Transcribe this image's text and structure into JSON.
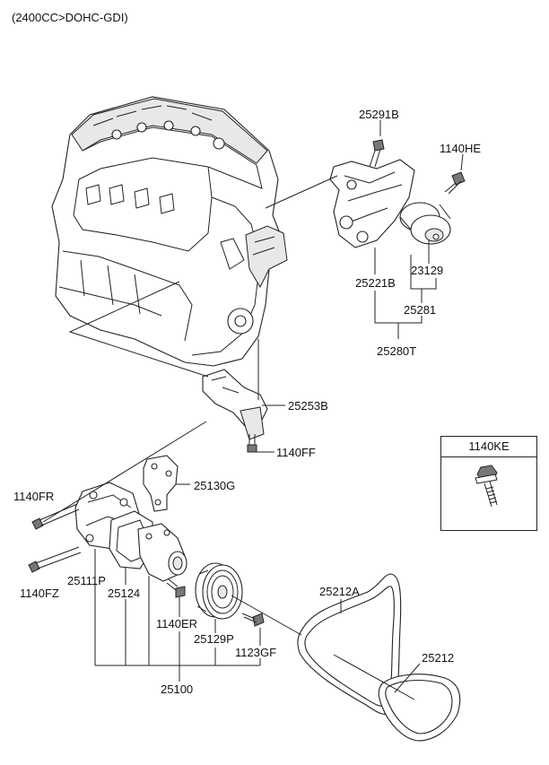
{
  "header": {
    "engine_spec": "(2400CC>DOHC-GDI)"
  },
  "labels": {
    "p25291B": "25291B",
    "p1140HE": "1140HE",
    "p25221B": "25221B",
    "p23129": "23129",
    "p25281": "25281",
    "p25280T": "25280T",
    "p25253B": "25253B",
    "p1140FF": "1140FF",
    "p25130G": "25130G",
    "p1140FR": "1140FR",
    "p1140FZ": "1140FZ",
    "p25111P": "25111P",
    "p25124": "25124",
    "p1140ER": "1140ER",
    "p25129P": "25129P",
    "p1123GF": "1123GF",
    "p25100": "25100",
    "p25212A": "25212A",
    "p25212": "25212"
  },
  "legend_box": {
    "title": "1140KE",
    "icon": "flange-bolt-icon"
  }
}
